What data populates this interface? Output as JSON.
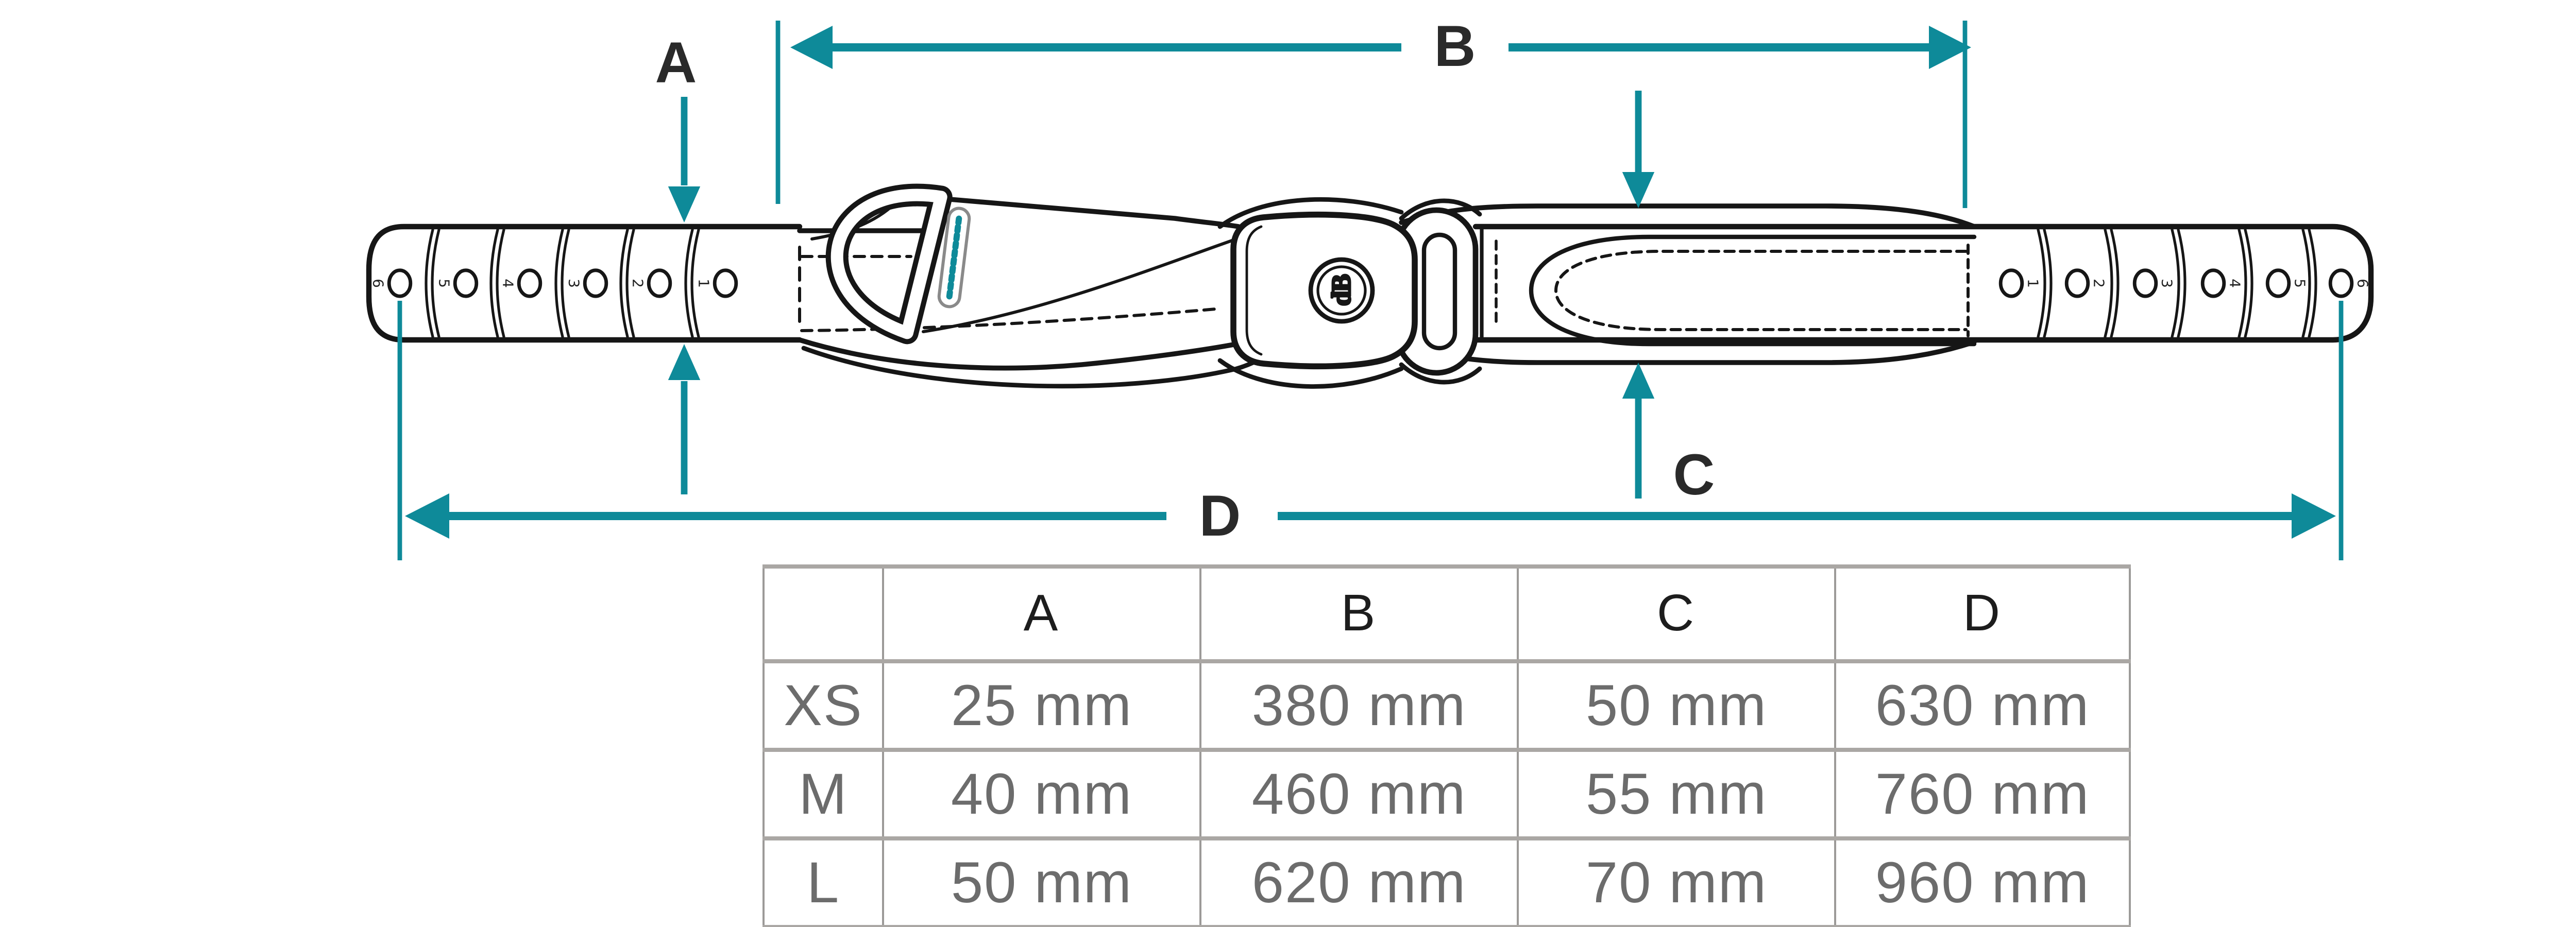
{
  "accent_color": "#0E8A99",
  "line_color": "#161616",
  "dimension_labels": {
    "a": "A",
    "b": "B",
    "c": "C",
    "d": "D"
  },
  "belt": {
    "logo_text": "dB",
    "left_hole_numbers": [
      "6",
      "5",
      "4",
      "3",
      "2",
      "1"
    ],
    "right_hole_numbers": [
      "1",
      "2",
      "3",
      "4",
      "5",
      "6"
    ]
  },
  "size_table": {
    "corner_label": "",
    "columns": [
      "A",
      "B",
      "C",
      "D"
    ],
    "rows": [
      {
        "label": "XS",
        "values": [
          "25 mm",
          "380 mm",
          "50 mm",
          "630 mm"
        ]
      },
      {
        "label": "M",
        "values": [
          "40 mm",
          "460 mm",
          "55 mm",
          "760 mm"
        ]
      },
      {
        "label": "L",
        "values": [
          "50 mm",
          "620 mm",
          "70 mm",
          "960 mm"
        ]
      }
    ]
  }
}
